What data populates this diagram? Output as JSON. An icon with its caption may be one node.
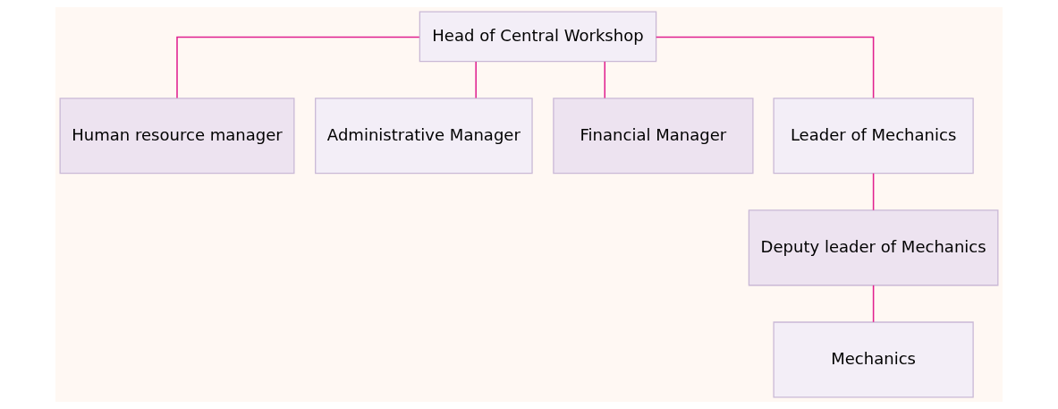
{
  "diagram": {
    "nodes": [
      {
        "text": [
          "Head of Central Workshop"
        ]
      },
      {
        "text": [
          "Human resource manager"
        ]
      },
      {
        "text": [
          "Administrative Manager"
        ]
      },
      {
        "text": [
          "Financial Manager"
        ]
      },
      {
        "text": [
          "Leader of Mechanics"
        ]
      },
      {
        "text": [
          "Deputy leader of Mechanics"
        ]
      },
      {
        "text": [
          "Mechanics"
        ]
      }
    ],
    "edges": [
      {
        "from": 0,
        "to": 1,
        "arrow": "none"
      },
      {
        "from": 0,
        "to": 2,
        "arrow": "none"
      },
      {
        "from": 0,
        "to": 3,
        "arrow": "none"
      },
      {
        "from": 0,
        "to": 4,
        "arrow": "none"
      },
      {
        "from": 4,
        "to": 5,
        "arrow": "none"
      },
      {
        "from": 5,
        "to": 6,
        "arrow": "none"
      }
    ]
  }
}
